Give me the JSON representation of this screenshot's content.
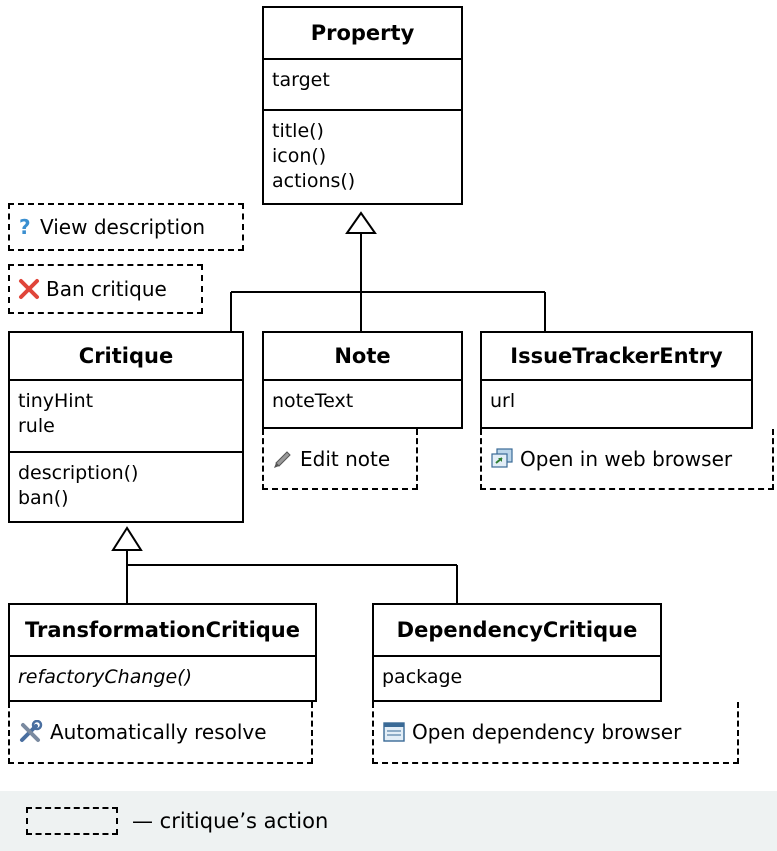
{
  "classes": {
    "property": {
      "name": "Property",
      "attributes": [
        "target"
      ],
      "methods": [
        "title()",
        "icon()",
        "actions()"
      ]
    },
    "critique": {
      "name": "Critique",
      "attributes": [
        "tinyHint",
        "rule"
      ],
      "methods": [
        "description()",
        "ban()"
      ]
    },
    "note": {
      "name": "Note",
      "attributes": [
        "noteText"
      ]
    },
    "issue_tracker_entry": {
      "name": "IssueTrackerEntry",
      "attributes": [
        "url"
      ]
    },
    "transformation_critique": {
      "name": "TransformationCritique",
      "methods": [
        "refactoryChange()"
      ]
    },
    "dependency_critique": {
      "name": "DependencyCritique",
      "attributes": [
        "package"
      ]
    }
  },
  "actions": {
    "view_description": {
      "label": "View description",
      "icon": "question-icon"
    },
    "ban_critique": {
      "label": "Ban critique",
      "icon": "cross-icon"
    },
    "edit_note": {
      "label": "Edit note",
      "icon": "pencil-icon"
    },
    "open_web_browser": {
      "label": "Open in web browser",
      "icon": "web-browser-icon"
    },
    "auto_resolve": {
      "label": "Automatically resolve",
      "icon": "tools-icon"
    },
    "open_dependency_browser": {
      "label": "Open dependency browser",
      "icon": "window-icon"
    }
  },
  "legend": {
    "label": "— critique’s action"
  },
  "colors": {
    "question": "#3a8fd0",
    "cross": "#e0453a",
    "legend_bg": "#eef2f2"
  }
}
